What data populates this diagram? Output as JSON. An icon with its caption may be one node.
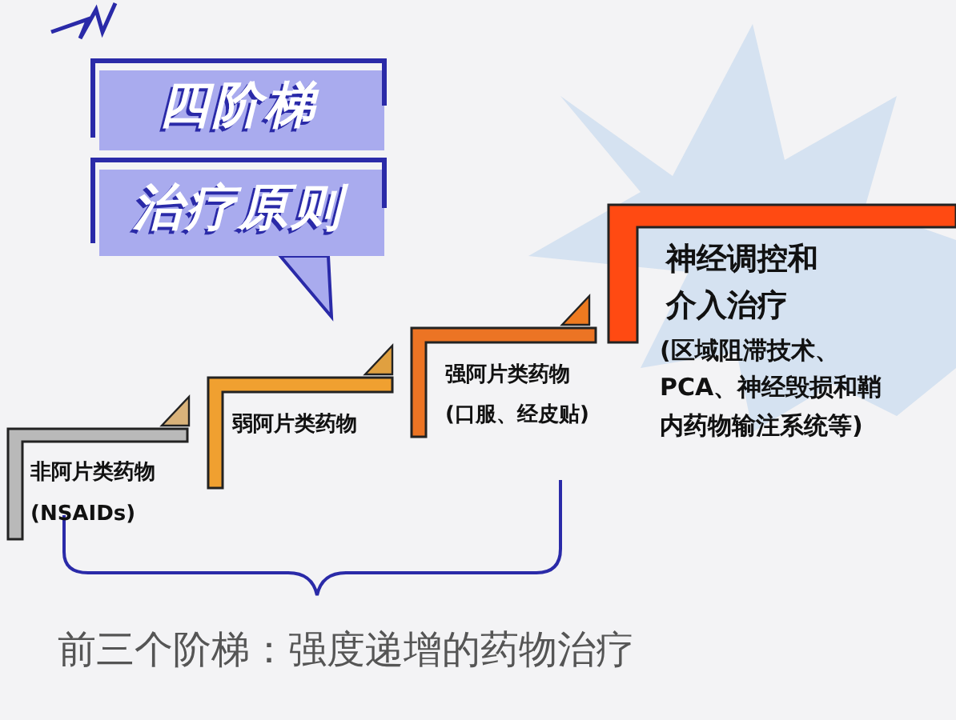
{
  "diagram": {
    "caption": "前三个阶梯：强度递增的药物治疗",
    "nodes": [
      {
        "text": [
          "四阶梯"
        ]
      },
      {
        "text": [
          "治疗原则"
        ]
      },
      {
        "text": [
          "非阿片类药物",
          "(NSAIDs)"
        ]
      },
      {
        "text": [
          "弱阿片类药物"
        ]
      },
      {
        "text": [
          "强阿片类药物",
          "(口服、经皮贴)"
        ]
      },
      {
        "text": [
          "神经调控和介入治疗",
          "(区域阻滞技术、PCA、神经毁损和鞘内药物输注系统等)"
        ]
      }
    ]
  }
}
